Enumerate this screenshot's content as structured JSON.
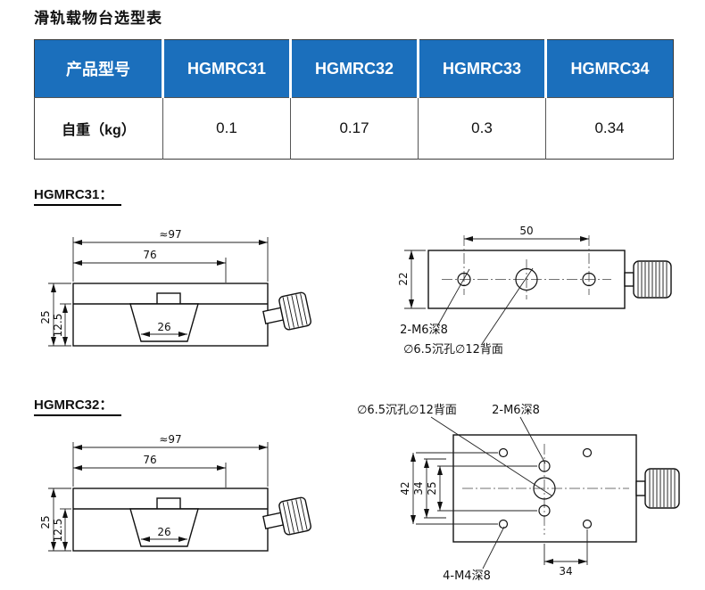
{
  "title": "滑轨载物台选型表",
  "table": {
    "header_bg": "#1b6fbc",
    "columns": [
      "产品型号",
      "HGMRC31",
      "HGMRC32",
      "HGMRC33",
      "HGMRC34"
    ],
    "row_label": "自重（kg）",
    "values": [
      "0.1",
      "0.17",
      "0.3",
      "0.34"
    ]
  },
  "hgmrc31": {
    "heading": "HGMRC31：",
    "side": {
      "overall_width": "≈97",
      "inner_width": "76",
      "height": "25",
      "lower_height": "12.5",
      "slot_width": "26"
    },
    "top": {
      "hole_spacing": "50",
      "depth": "22",
      "m6_label": "2-M6深8",
      "counterbore_label": "∅6.5沉孔∅12背面"
    }
  },
  "hgmrc32": {
    "heading": "HGMRC32：",
    "side": {
      "overall_width": "≈97",
      "inner_width": "76",
      "height": "25",
      "lower_height": "12.5",
      "slot_width": "26"
    },
    "top": {
      "counterbore_label": "∅6.5沉孔∅12背面",
      "m6_label": "2-M6深8",
      "m4_label": "4-M4深8",
      "dim_42": "42",
      "dim_34_side": "34",
      "dim_25": "25",
      "dim_34_bottom": "34"
    }
  }
}
